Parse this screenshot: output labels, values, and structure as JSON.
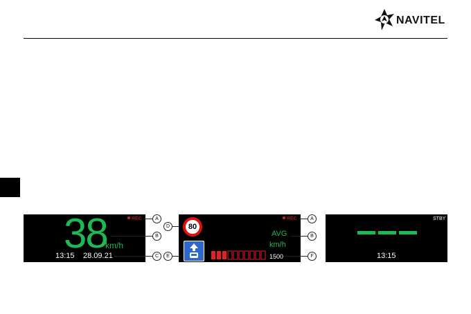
{
  "header": {
    "brand": "NAVITEL"
  },
  "screen1": {
    "rec": "REC",
    "speed": "38",
    "speed_unit": "km/h",
    "time": "13:15",
    "date": "28.09.21"
  },
  "screen2": {
    "rec": "REC",
    "speed_limit": "80",
    "avg_label": "AVG",
    "avg_unit": "km/h",
    "distance": "1500"
  },
  "screen3": {
    "status": "STBY",
    "time": "13:15"
  },
  "callouts": {
    "s1_rec": "A",
    "s1_speed": "B",
    "s1_time": "C",
    "s2_sign": "D",
    "s2_lane": "E",
    "s2_rec": "A",
    "s2_avg": "B",
    "s2_dist": "F"
  },
  "colors": {
    "speed_green": "#1db954",
    "rec_red": "#e32222",
    "bar_red": "#e32222",
    "sign_blue": "#2f68c9"
  },
  "icons": {
    "logo": "navitel-logo-icon",
    "lane": "bus-lane-icon",
    "limit": "speed-limit-sign-icon"
  }
}
